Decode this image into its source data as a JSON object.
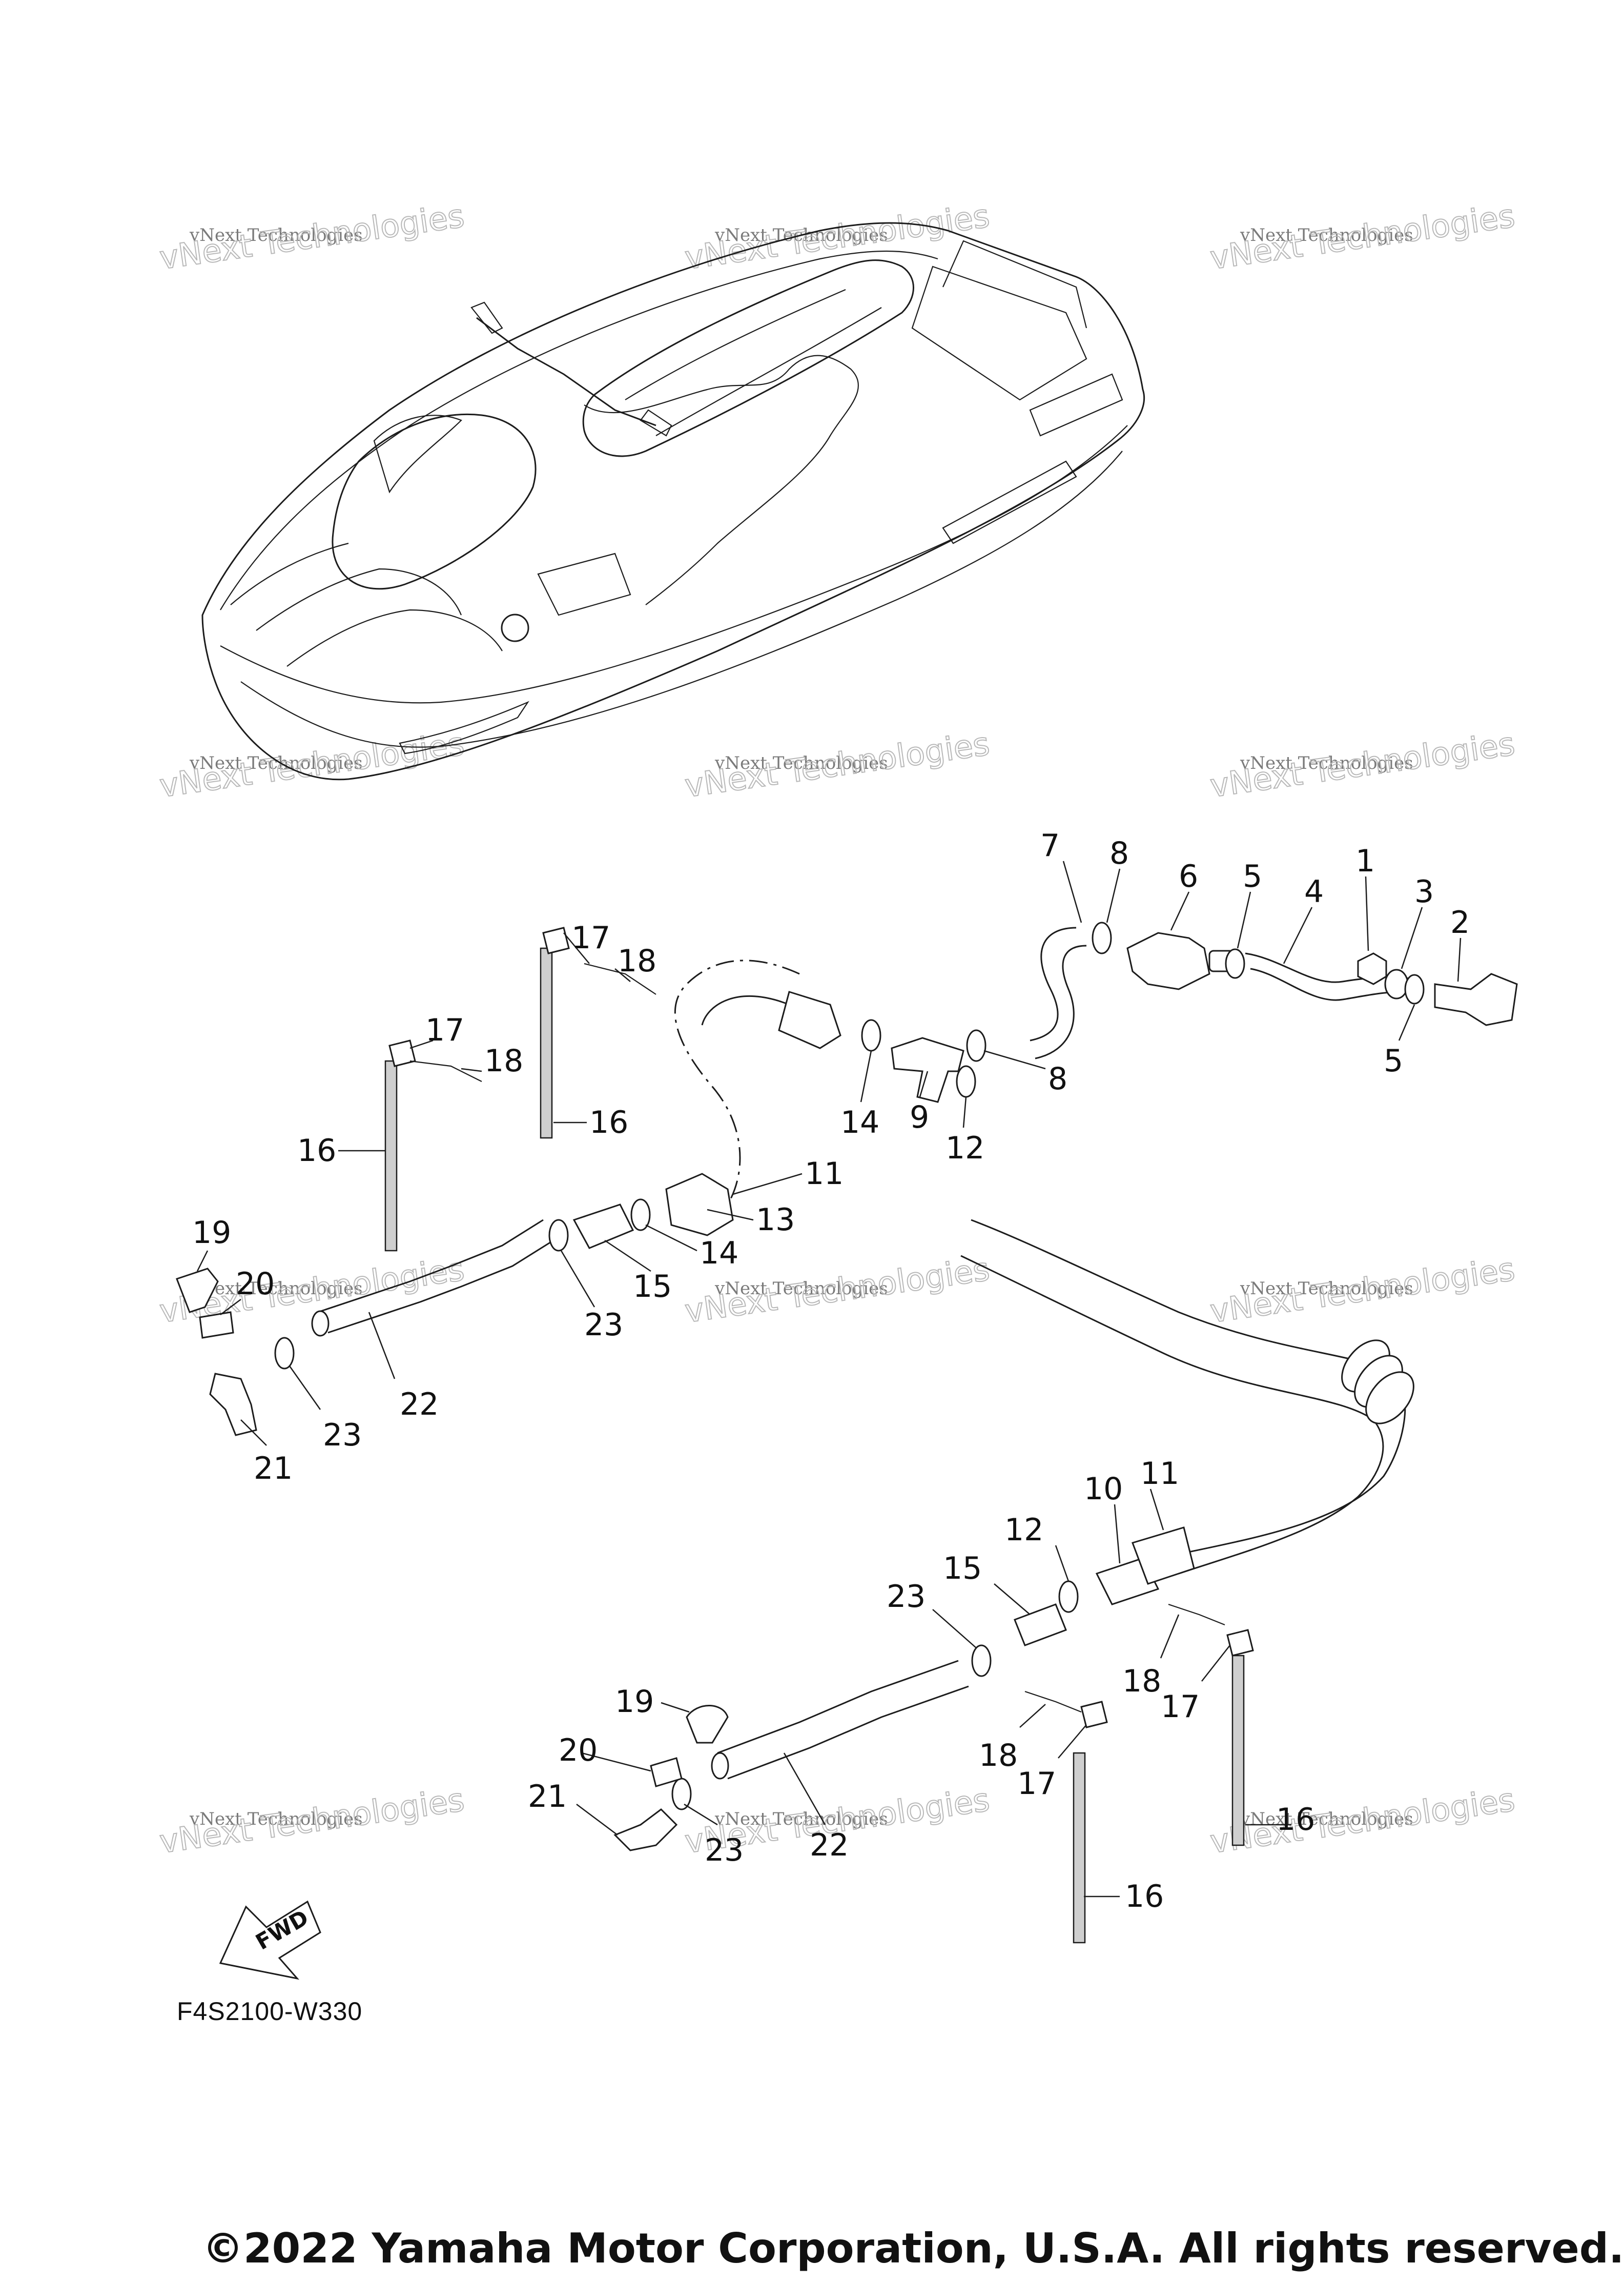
{
  "diagram": {
    "diagram_code": "F4S2100-W330",
    "copyright": "©2022 Yamaha Motor Corporation, U.S.A. All rights reserved.",
    "fwd_label": "FWD",
    "watermark": {
      "line1": "vNext Technologies",
      "line2": "vNext Technologies"
    },
    "callouts": [
      {
        "id": "c1",
        "label": "1"
      },
      {
        "id": "c2",
        "label": "2"
      },
      {
        "id": "c3",
        "label": "3"
      },
      {
        "id": "c4",
        "label": "4"
      },
      {
        "id": "c5a",
        "label": "5"
      },
      {
        "id": "c5b",
        "label": "5"
      },
      {
        "id": "c6",
        "label": "6"
      },
      {
        "id": "c7",
        "label": "7"
      },
      {
        "id": "c8a",
        "label": "8"
      },
      {
        "id": "c8b",
        "label": "8"
      },
      {
        "id": "c9",
        "label": "9"
      },
      {
        "id": "c10",
        "label": "10"
      },
      {
        "id": "c11a",
        "label": "11"
      },
      {
        "id": "c11b",
        "label": "11"
      },
      {
        "id": "c12a",
        "label": "12"
      },
      {
        "id": "c12b",
        "label": "12"
      },
      {
        "id": "c13",
        "label": "13"
      },
      {
        "id": "c14a",
        "label": "14"
      },
      {
        "id": "c14b",
        "label": "14"
      },
      {
        "id": "c15a",
        "label": "15"
      },
      {
        "id": "c15b",
        "label": "15"
      },
      {
        "id": "c16a",
        "label": "16"
      },
      {
        "id": "c16b",
        "label": "16"
      },
      {
        "id": "c16c",
        "label": "16"
      },
      {
        "id": "c16d",
        "label": "16"
      },
      {
        "id": "c17a",
        "label": "17"
      },
      {
        "id": "c17b",
        "label": "17"
      },
      {
        "id": "c17c",
        "label": "17"
      },
      {
        "id": "c17d",
        "label": "17"
      },
      {
        "id": "c18a",
        "label": "18"
      },
      {
        "id": "c18b",
        "label": "18"
      },
      {
        "id": "c18c",
        "label": "18"
      },
      {
        "id": "c18d",
        "label": "18"
      },
      {
        "id": "c19a",
        "label": "19"
      },
      {
        "id": "c19b",
        "label": "19"
      },
      {
        "id": "c20a",
        "label": "20"
      },
      {
        "id": "c20b",
        "label": "20"
      },
      {
        "id": "c21a",
        "label": "21"
      },
      {
        "id": "c21b",
        "label": "21"
      },
      {
        "id": "c22a",
        "label": "22"
      },
      {
        "id": "c22b",
        "label": "22"
      },
      {
        "id": "c23a",
        "label": "23"
      },
      {
        "id": "c23b",
        "label": "23"
      },
      {
        "id": "c23c",
        "label": "23"
      },
      {
        "id": "c23d",
        "label": "23"
      }
    ]
  }
}
